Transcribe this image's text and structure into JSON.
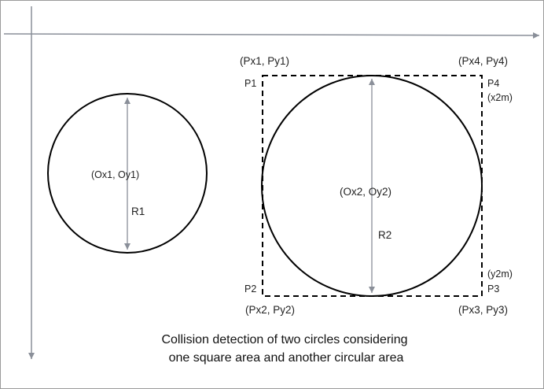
{
  "circle1": {
    "center_label": "(Ox1, Oy1)",
    "radius_label": "R1"
  },
  "circle2": {
    "center_label": "(Ox2, Oy2)",
    "radius_label": "R2"
  },
  "square": {
    "corners": {
      "p1": {
        "name": "P1",
        "coord": "(Px1, Py1)"
      },
      "p2": {
        "name": "P2",
        "coord": "(Px2, Py2)"
      },
      "p3": {
        "name": "P3",
        "coord": "(Px3, Py3)",
        "extra": "(y2m)"
      },
      "p4": {
        "name": "P4",
        "coord": "(Px4, Py4)",
        "extra": "(x2m)"
      }
    }
  },
  "caption": {
    "line1": "Collision detection of two circles considering",
    "line2": "one square area and another circular area"
  },
  "colors": {
    "axis": "#8a8f99",
    "shape": "#000000",
    "frame": "#9a9a9a"
  }
}
